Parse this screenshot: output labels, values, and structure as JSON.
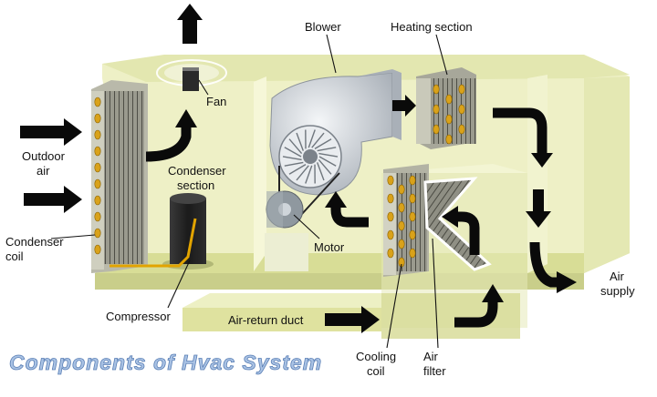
{
  "labels": {
    "blower": "Blower",
    "heating_section": "Heating section",
    "fan": "Fan",
    "outdoor_air": [
      "Outdoor",
      "air"
    ],
    "condenser_section": [
      "Condenser",
      "section"
    ],
    "condenser_coil": [
      "Condenser",
      "coil"
    ],
    "motor": "Motor",
    "compressor": "Compressor",
    "air_return_duct": "Air-return duct",
    "cooling_coil": [
      "Cooling",
      "coil"
    ],
    "air_filter": [
      "Air",
      "filter"
    ],
    "air_supply": [
      "Air",
      "supply"
    ]
  },
  "title": "Components of Hvac System",
  "colors": {
    "cabinet": "#e9ecb9",
    "floor": "#dfe39e",
    "wall": "#f3f5cf",
    "coil_fins": "#7d7d72",
    "copper": "#d9a21a",
    "metal": "#bfc4c9",
    "title": "#a9c2e4"
  }
}
